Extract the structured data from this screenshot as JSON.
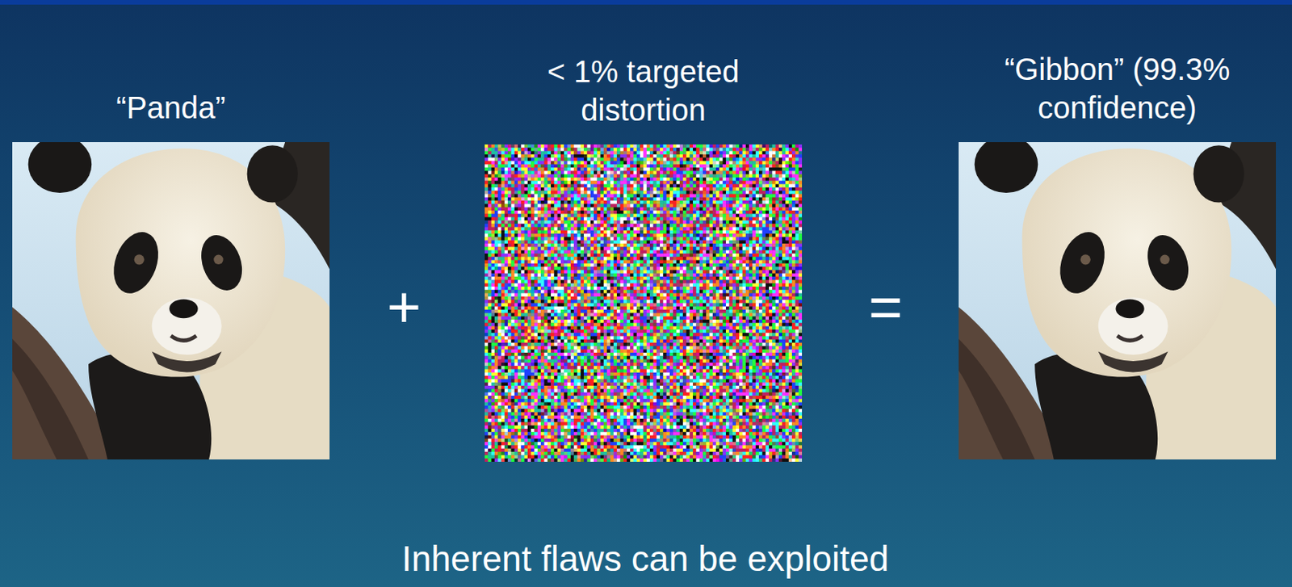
{
  "diagram": {
    "caption": "Inherent flaws can be exploited",
    "nodes": [
      {
        "text": [
          "“Panda”"
        ]
      },
      {
        "text": [
          "< 1% targeted distortion"
        ]
      },
      {
        "text": [
          "“Gibbon” (99.3% confidence)"
        ]
      }
    ],
    "labels": [
      "+",
      "="
    ]
  }
}
